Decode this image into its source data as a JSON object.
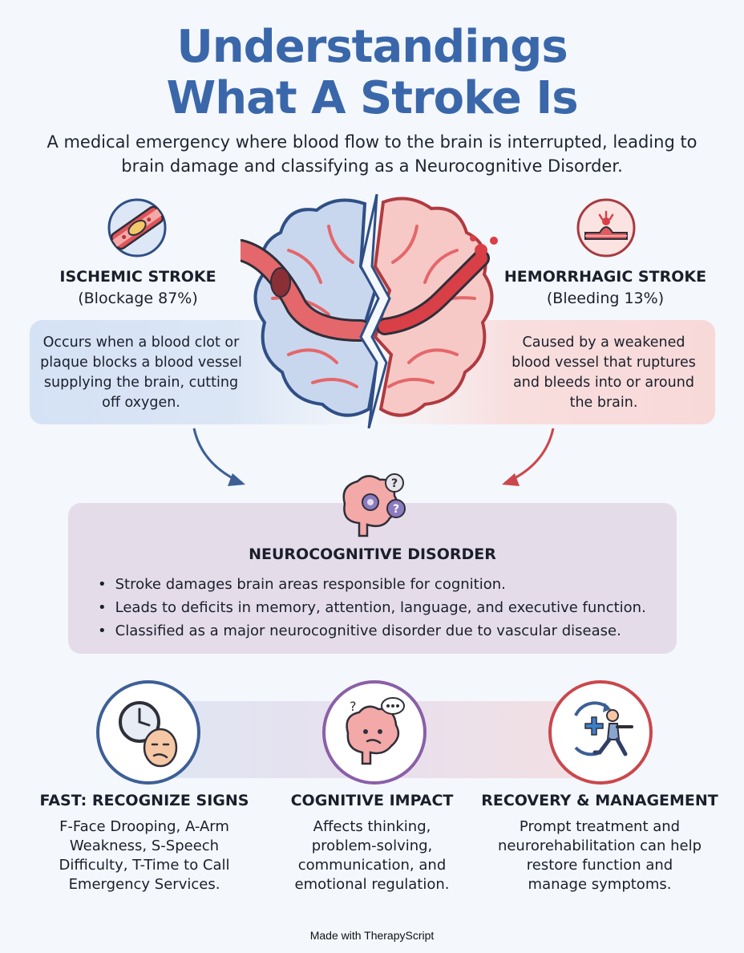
{
  "title": {
    "line1": "Understandings",
    "line2": "What A Stroke Is"
  },
  "subtitle": "A medical emergency where blood flow to the brain is interrupted, leading to brain damage and classifying as a Neurocognitive Disorder.",
  "ischemic": {
    "heading": "ISCHEMIC STROKE",
    "sub": "(Blockage 87%)",
    "description": "Occurs when a blood clot or plaque blocks a blood vessel supplying the brain, cutting off oxygen.",
    "icon": "blocked-artery-icon",
    "color": "#3a67aa"
  },
  "hemorrhagic": {
    "heading": "HEMORRHAGIC STROKE",
    "sub": "(Bleeding 13%)",
    "description": "Caused by a weakened blood vessel that ruptures and bleeds into or around the brain.",
    "icon": "ruptured-vessel-icon",
    "color": "#c9484d"
  },
  "ncd": {
    "heading": "NEUROCOGNITIVE DISORDER",
    "icon": "brain-question-icon",
    "items": [
      "Stroke damages brain areas responsible for cognition.",
      "Leads to deficits in memory, attention, language, and executive function.",
      "Classified as a major neurocognitive disorder due to vascular disease."
    ]
  },
  "bottom": [
    {
      "heading": "FAST: RECOGNIZE SIGNS",
      "text": "F-Face Drooping, A-Arm Weakness, S-Speech Difficulty, T-Time to Call Emergency Services.",
      "icon": "clock-face-icon",
      "color": "#3d5f96"
    },
    {
      "heading": "COGNITIVE IMPACT",
      "text": "Affects thinking, problem-solving, communication, and emotional regulation.",
      "icon": "confused-brain-icon",
      "color": "#8a5fa8"
    },
    {
      "heading": "RECOVERY & MANAGEMENT",
      "text": "Prompt treatment and neurorehabilitation can help restore function and manage symptoms.",
      "icon": "rehabilitation-icon",
      "color": "#c9484d"
    }
  ],
  "footer": "Made with TherapyScript"
}
